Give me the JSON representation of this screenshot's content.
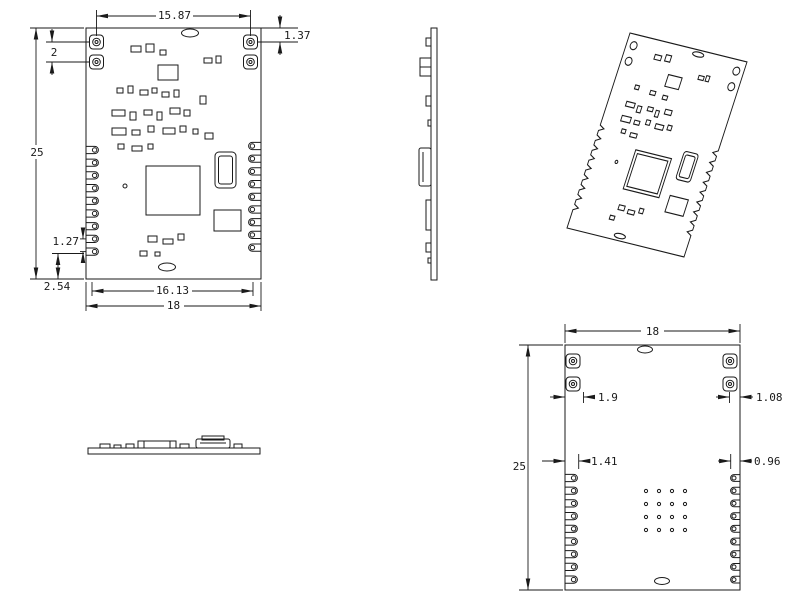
{
  "style": {
    "line_color": "#1a1a1a",
    "background": "#ffffff"
  },
  "front": {
    "dim_top_width": "15.87",
    "dim_top_right_offset": "1.37",
    "dim_hole_pitch": "2",
    "dim_height": "25",
    "dim_pad_pitch": "1.27",
    "dim_bottom_offset": "2.54",
    "dim_inner_width": "16.13",
    "dim_width": "18"
  },
  "bottom": {
    "dim_width": "18",
    "dim_left_pad_offset": "1.9",
    "dim_right_pad_offset": "1.08",
    "dim_height": "25",
    "dim_left_pad_length": "1.41",
    "dim_right_pad_length": "0.96"
  }
}
